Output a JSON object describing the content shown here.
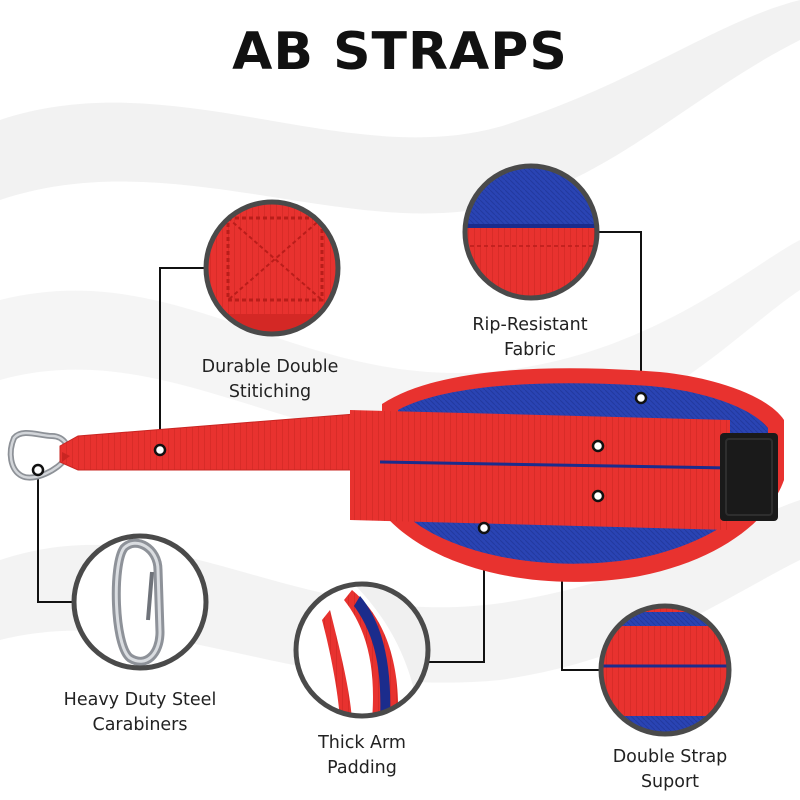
{
  "title": "AB STRAPS",
  "features": {
    "stitching": {
      "line1": "Durable Double",
      "line2": "Stitiching",
      "icon": "stitched-patch-closeup"
    },
    "fabric": {
      "line1": "Rip-Resistant",
      "line2": "Fabric",
      "icon": "fabric-closeup"
    },
    "carabiner": {
      "line1": "Heavy Duty Steel",
      "line2": "Carabiners",
      "icon": "carabiner-closeup"
    },
    "padding": {
      "line1": "Thick Arm",
      "line2": "Padding",
      "icon": "padding-closeup"
    },
    "strap": {
      "line1": "Double Strap",
      "line2": "Suport",
      "icon": "double-strap-closeup"
    }
  },
  "colors": {
    "red": "#e8322f",
    "blue": "#2a44b4",
    "navy": "#1b2c8c",
    "velcro": "#1a1a1a",
    "steel": "#b8bcc2",
    "line": "#111111"
  }
}
